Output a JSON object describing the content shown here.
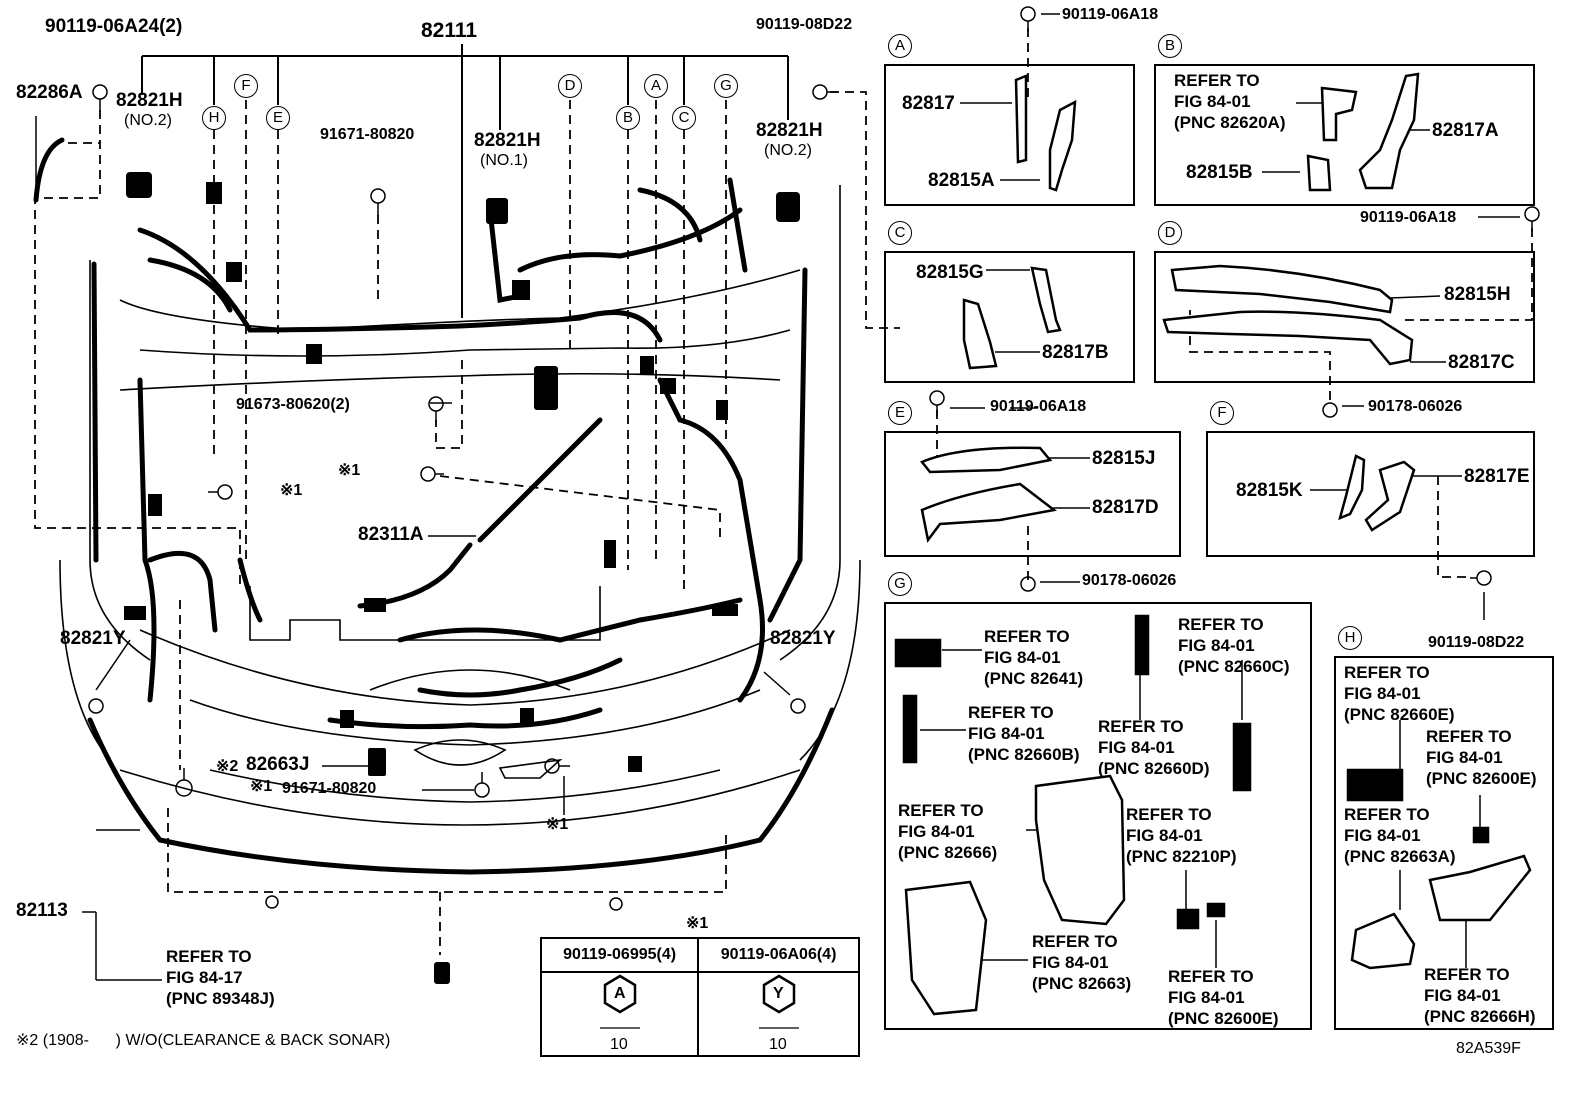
{
  "main_diagram": {
    "part_labels": {
      "p82111": "82111",
      "p90119_06A24": "90119-06A24(2)",
      "p82286A": "82286A",
      "p82821H_left": "82821H",
      "p82821H_left_sub": "(NO.2)",
      "p91671_top": "91671-80820",
      "p82821H_mid": "82821H",
      "p82821H_mid_sub": "(NO.1)",
      "p90119_08D22": "90119-08D22",
      "p82821H_right": "82821H",
      "p82821H_right_sub": "(NO.2)",
      "p91673": "91673-80620(2)",
      "p82311A": "82311A",
      "p82821Y_left": "82821Y",
      "p82821Y_right": "82821Y",
      "p82663J": "82663J",
      "p82663J_mark": "※2",
      "p91671_bottom": "91671-80820",
      "p82113": "82113",
      "note_mark_1": "※1",
      "note_mark_2": "※1",
      "note_mark_3": "※1",
      "note_mark_4": "※1"
    },
    "callout_letters": [
      "H",
      "F",
      "E",
      "D",
      "B",
      "A",
      "C",
      "G"
    ],
    "refer_89348J": "REFER TO\nFIG 84-17\n(PNC 89348J)",
    "footnote": "※2 (1908-      ) W/O(CLEARANCE & BACK SONAR)"
  },
  "spec_table": {
    "mark": "※1",
    "col1_part": "90119-06995(4)",
    "col2_part": "90119-06A06(4)",
    "col1_letter": "A",
    "col2_letter": "Y",
    "col1_size": "10",
    "col2_size": "10"
  },
  "detail_A": {
    "letter": "A",
    "bolt": "90119-06A18",
    "part1": "82817",
    "part2": "82815A"
  },
  "detail_B": {
    "letter": "B",
    "refer": "REFER TO\nFIG 84-01\n(PNC 82620A)",
    "part1": "82817A",
    "part2": "82815B"
  },
  "detail_C": {
    "letter": "C",
    "part1": "82815G",
    "part2": "82817B"
  },
  "detail_D": {
    "letter": "D",
    "bolt": "90119-06A18",
    "part1": "82815H",
    "part2": "82817C",
    "clip": "90178-06026"
  },
  "detail_E": {
    "letter": "E",
    "bolt": "90119-06A18",
    "part1": "82815J",
    "part2": "82817D",
    "clip": "90178-06026"
  },
  "detail_F": {
    "letter": "F",
    "part1": "82815K",
    "part2": "82817E",
    "bolt": "90119-08D22"
  },
  "detail_G": {
    "letter": "G",
    "refs": {
      "r82641": "REFER TO\nFIG 84-01\n(PNC 82641)",
      "r82660C": "REFER TO\nFIG 84-01\n(PNC 82660C)",
      "r82660B": "REFER TO\nFIG 84-01\n(PNC 82660B)",
      "r82660D": "REFER TO\nFIG 84-01\n(PNC 82660D)",
      "r82666": "REFER TO\nFIG 84-01\n(PNC 82666)",
      "r82210P": "REFER TO\nFIG 84-01\n(PNC 82210P)",
      "r82663": "REFER TO\nFIG 84-01\n(PNC 82663)",
      "r82600E": "REFER TO\nFIG 84-01\n(PNC 82600E)"
    }
  },
  "detail_H": {
    "letter": "H",
    "refs": {
      "r82660E": "REFER TO\nFIG 84-01\n(PNC 82660E)",
      "r82600E": "REFER TO\nFIG 84-01\n(PNC 82600E)",
      "r82663A": "REFER TO\nFIG 84-01\n(PNC 82663A)",
      "r82666H": "REFER TO\nFIG 84-01\n(PNC 82666H)"
    }
  },
  "figure_code": "82A539F"
}
